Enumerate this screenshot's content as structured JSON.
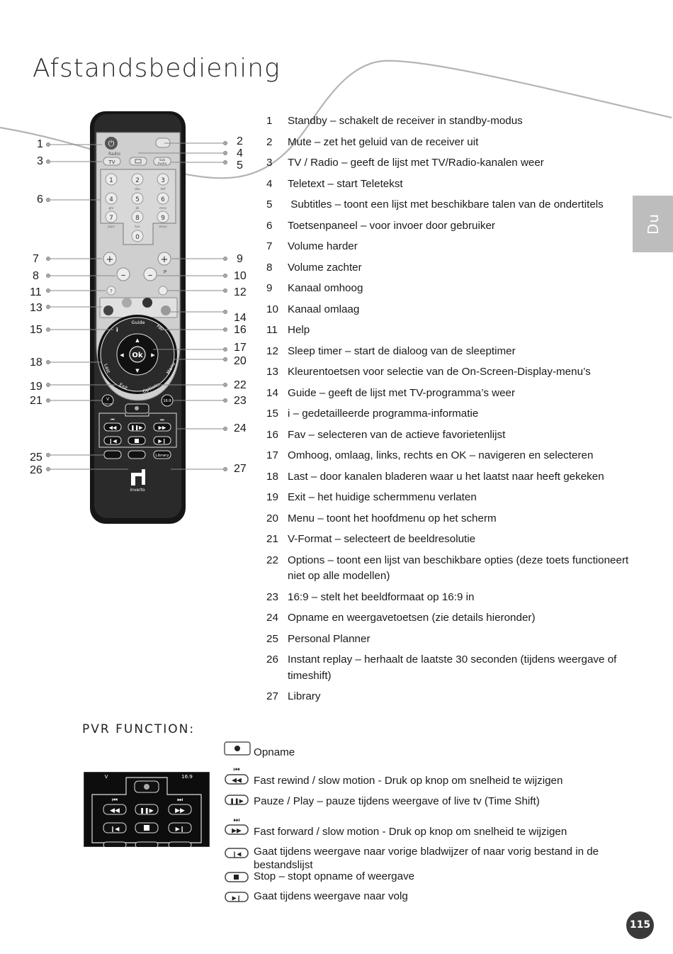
{
  "page": {
    "title": "Afstandsbediening",
    "language_tab": "Du",
    "page_number": "115"
  },
  "remote": {
    "callouts_left": [
      "1",
      "3",
      "6",
      "7",
      "8",
      "11",
      "13",
      "15",
      "18",
      "19",
      "21",
      "25",
      "26"
    ],
    "callouts_right": [
      "2",
      "4",
      "5",
      "9",
      "10",
      "12",
      "14",
      "16",
      "17",
      "20",
      "22",
      "23",
      "24",
      "27"
    ],
    "key_labels": {
      "radio": "Radio",
      "tv": "TV",
      "sub": "Sub",
      "audio": "Audio",
      "digits": [
        "1",
        "2",
        "3",
        "4",
        "5",
        "6",
        "7",
        "8",
        "9",
        "0"
      ],
      "letters": [
        "abc",
        "def",
        "ghi",
        "jkl",
        "mno",
        "pqrs",
        "tuv",
        "wxyz"
      ],
      "p": "P",
      "help": "?",
      "guide": "Guide",
      "fav": "Fav",
      "i": "i",
      "ok": "Ok",
      "last": "Last",
      "exit": "Exit",
      "options": "Options",
      "menu": "Menu",
      "v": "V",
      "v_sub": "Format",
      "ratio": "16:9",
      "library": "Library",
      "brand": "inverto"
    }
  },
  "features": [
    {
      "num": "1",
      "text": "Standby – schakelt de receiver in standby-modus"
    },
    {
      "num": "2",
      "text": "Mute – zet het geluid van de receiver uit"
    },
    {
      "num": "3",
      "text": "TV / Radio – geeft de lijst met TV/Radio-kanalen weer"
    },
    {
      "num": "4",
      "text": "Teletext – start Teletekst"
    },
    {
      "num": "5",
      "text": " Subtitles – toont een lijst met beschikbare talen van de ondertitels"
    },
    {
      "num": "6",
      "text": "Toetsenpaneel – voor invoer door gebruiker"
    },
    {
      "num": "7",
      "text": "Volume harder"
    },
    {
      "num": "8",
      "text": "Volume zachter"
    },
    {
      "num": "9",
      "text": "Kanaal omhoog"
    },
    {
      "num": "10",
      "text": "Kanaal omlaag"
    },
    {
      "num": "11",
      "text": "Help"
    },
    {
      "num": "12",
      "text": "Sleep timer – start de dialoog van de sleeptimer"
    },
    {
      "num": "13",
      "text": "Kleurentoetsen voor selectie van de On-Screen-Display-menu’s"
    },
    {
      "num": "14",
      "text": "Guide – geeft de lijst met TV-programma’s weer"
    },
    {
      "num": "15",
      "text": "i – gedetailleerde programma-informatie"
    },
    {
      "num": "16",
      "text": "Fav – selecteren van de actieve favorietenlijst"
    },
    {
      "num": "17",
      "text": "Omhoog, omlaag, links, rechts en OK – navigeren en selecteren"
    },
    {
      "num": "18",
      "text": "Last – door kanalen bladeren waar u het laatst naar heeft gekeken"
    },
    {
      "num": "19",
      "text": "Exit – het huidige schermmenu verlaten"
    },
    {
      "num": "20",
      "text": "Menu – toont het hoofdmenu op het scherm"
    },
    {
      "num": "21",
      "text": "V-Format – selecteert de beeldresolutie"
    },
    {
      "num": "22",
      "text": "Options – toont een lijst van beschikbare opties (deze toets functioneert niet op alle modellen)"
    },
    {
      "num": "23",
      "text": "16:9 – stelt het beeldformaat op 16:9 in"
    },
    {
      "num": "24",
      "text": "Opname en weergavetoetsen (zie details hieronder)"
    },
    {
      "num": "25",
      "text": "Personal Planner"
    },
    {
      "num": "26",
      "text": "Instant replay – herhaalt de laatste 30 seconden (tijdens weergave of timeshift)"
    },
    {
      "num": "27",
      "text": "Library"
    }
  ],
  "pvr": {
    "title": "PVR FUNCTION:",
    "items": [
      {
        "icon": "record-icon",
        "text": "Opname"
      },
      {
        "icon": "fast-rewind-icon",
        "text": "Fast rewind / slow motion - Druk op knop om snelheid te wijzigen"
      },
      {
        "icon": "pause-play-icon",
        "text": "Pauze / Play – pauze tijdens weergave of live tv (Time Shift)"
      },
      {
        "icon": "fast-forward-icon",
        "text": "Fast forward / slow motion - Druk op knop om snelheid te wijzigen"
      },
      {
        "icon": "previous-bookmark-icon",
        "text": "Gaat tijdens weergave naar vorige bladwijzer of naar vorig bestand in de bestandslijst"
      },
      {
        "icon": "stop-icon",
        "text": "Stop – stopt opname of weergave"
      },
      {
        "icon": "next-icon",
        "text": "Gaat tijdens weergave naar volg"
      }
    ],
    "thumb_labels": {
      "v": "V",
      "ratio": "16:9"
    }
  }
}
